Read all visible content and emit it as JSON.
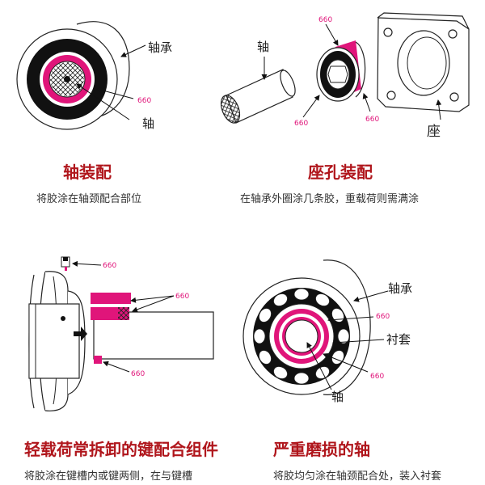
{
  "accent_color": "#e0157a",
  "title_color": "#b0161c",
  "panels": [
    {
      "title": "轴装配",
      "description": "将胶涂在轴颈配合部位",
      "labels": {
        "bearing": "轴承",
        "shaft": "轴",
        "code": "660"
      }
    },
    {
      "title": "座孔装配",
      "description": "在轴承外圈涂几条胶，重载荷则需满涂",
      "labels": {
        "shaft": "轴",
        "seat": "座",
        "code_a": "660",
        "code_b": "660",
        "code_c": "660"
      }
    },
    {
      "title": "轻载荷常拆卸的键配合组件",
      "description": "将胶涂在键槽内或键两侧，在与键槽",
      "labels": {
        "code_a": "660",
        "code_b": "660",
        "code_c": "660"
      }
    },
    {
      "title": "严重磨损的轴",
      "description": "将胶均匀涂在轴颈配合处，装入衬套",
      "labels": {
        "bearing": "轴承",
        "sleeve": "衬套",
        "shaft": "轴",
        "code_a": "660",
        "code_b": "660"
      }
    }
  ]
}
